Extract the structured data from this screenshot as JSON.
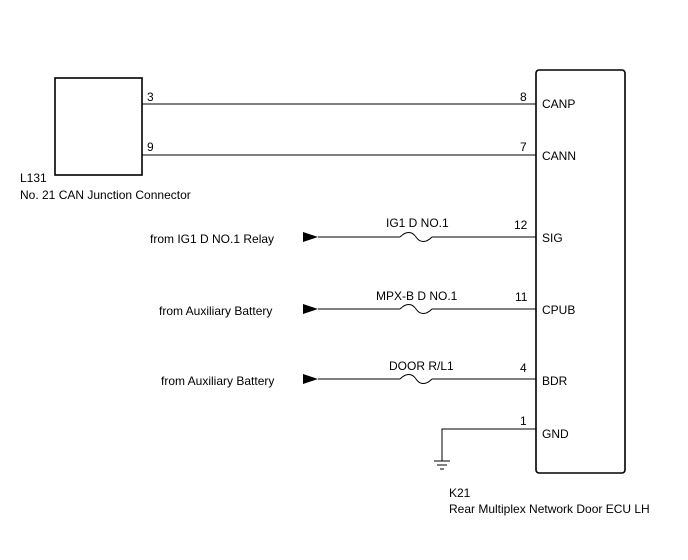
{
  "connector": {
    "id": "L131",
    "name": "No. 21 CAN Junction Connector",
    "pins": {
      "canp": "3",
      "cann": "9"
    }
  },
  "ecu": {
    "id": "K21",
    "name": "Rear Multiplex Network Door ECU LH",
    "terminals": [
      {
        "pin": "8",
        "label": "CANP"
      },
      {
        "pin": "7",
        "label": "CANN"
      },
      {
        "pin": "12",
        "label": "SIG"
      },
      {
        "pin": "11",
        "label": "CPUB"
      },
      {
        "pin": "4",
        "label": "BDR"
      },
      {
        "pin": "1",
        "label": "GND"
      }
    ]
  },
  "feeds": [
    {
      "source": "from IG1 D NO.1 Relay",
      "fuse": "IG1 D NO.1"
    },
    {
      "source": "from Auxiliary Battery",
      "fuse": "MPX-B D NO.1"
    },
    {
      "source": "from Auxiliary Battery",
      "fuse": "DOOR R/L1"
    }
  ]
}
